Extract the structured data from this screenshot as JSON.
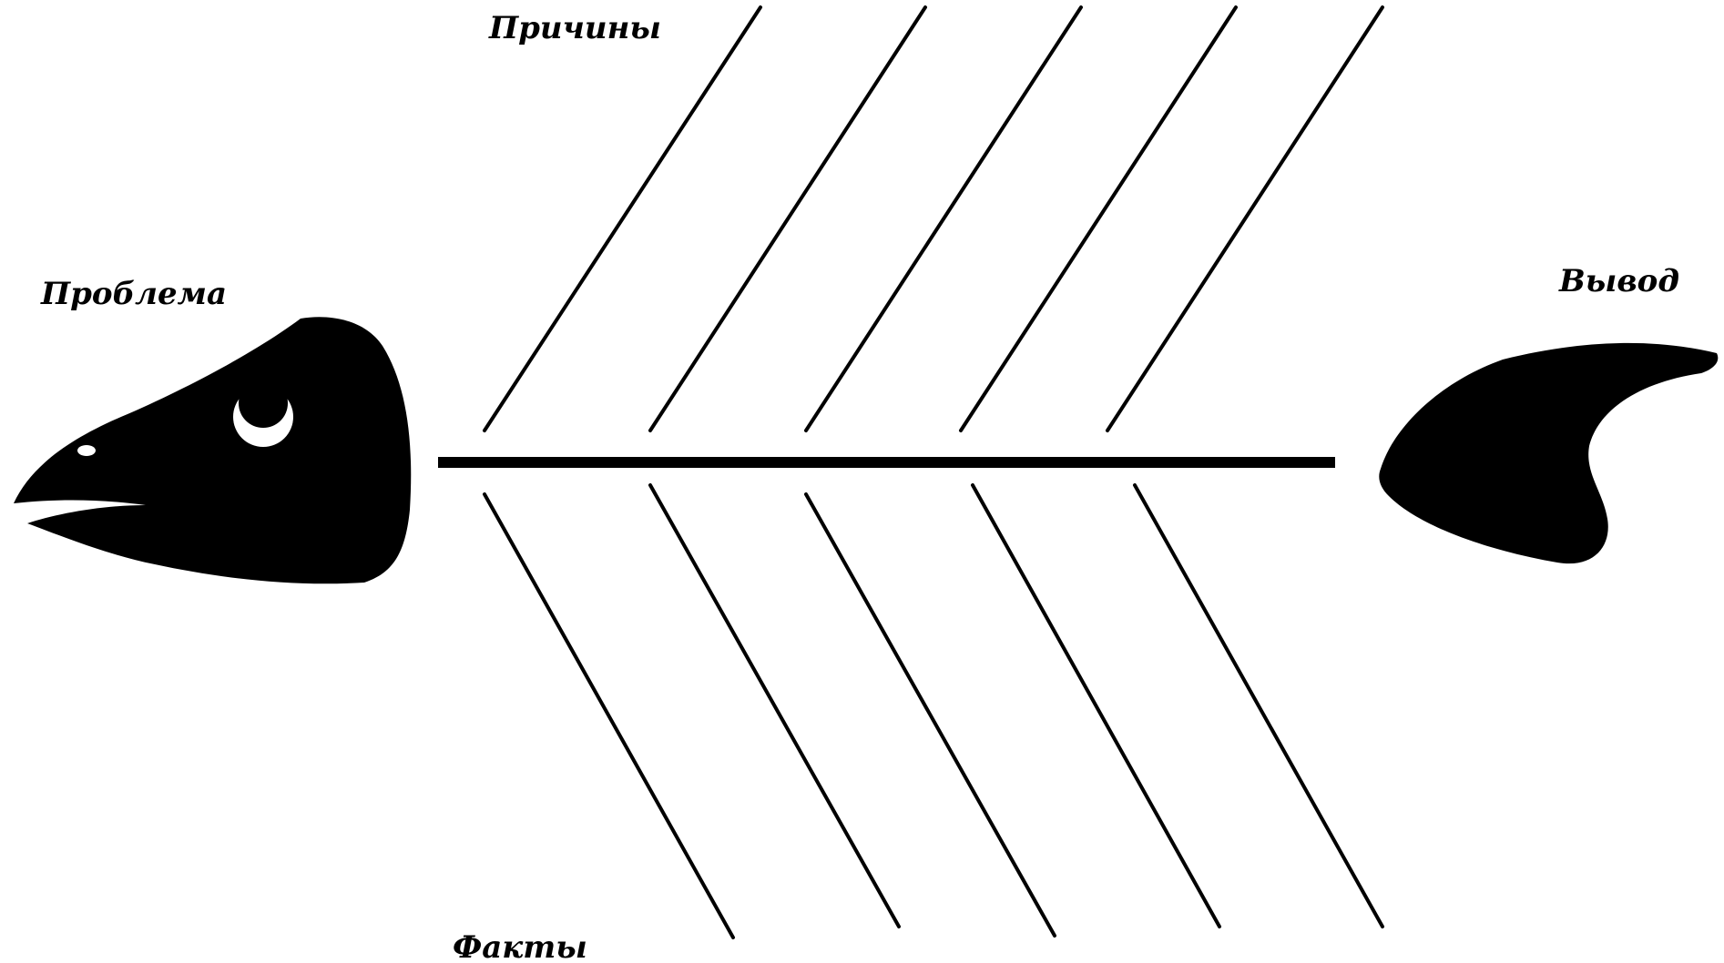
{
  "diagram": {
    "type": "fishbone",
    "labels": {
      "problem": "Проблема",
      "causes": "Причины",
      "facts": "Факты",
      "conclusion": "Вывод"
    },
    "upper_bone_count": 5,
    "lower_bone_count": 5
  },
  "colors": {
    "ink": "#000000",
    "background": "#ffffff",
    "eye": "#ffffff"
  }
}
